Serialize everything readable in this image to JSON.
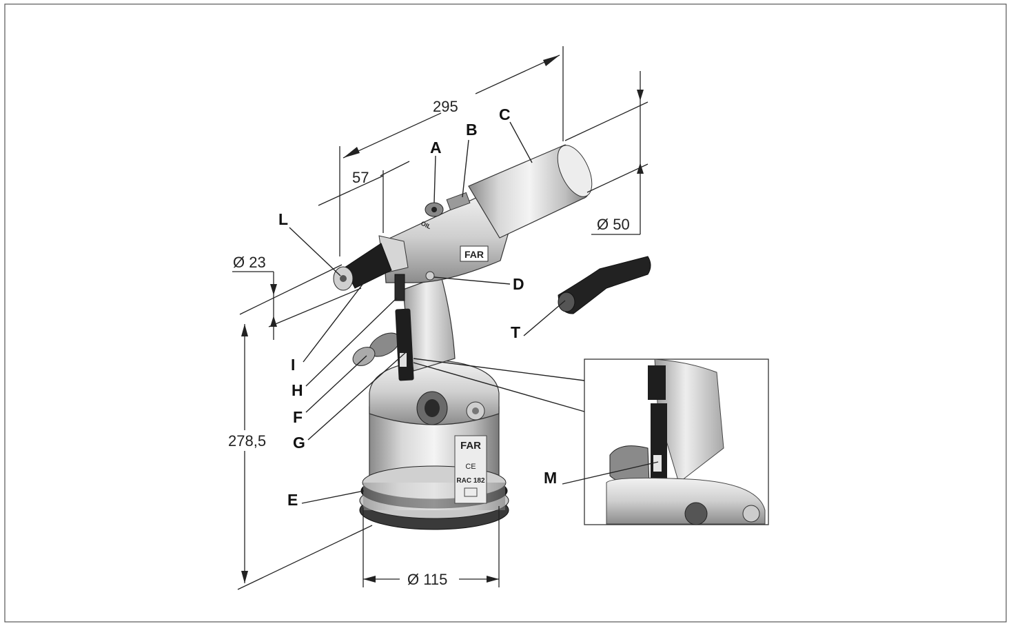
{
  "dimensions": {
    "overall_length": "295",
    "nose_length": "57",
    "nose_diameter": "Ø 23",
    "cylinder_diameter": "Ø 50",
    "height": "278,5",
    "base_diameter": "Ø 115"
  },
  "labels": {
    "A": "A",
    "B": "B",
    "C": "C",
    "D": "D",
    "E": "E",
    "F": "F",
    "G": "G",
    "H": "H",
    "I": "I",
    "L": "L",
    "M": "M",
    "T": "T"
  },
  "brand": {
    "logo": "FAR",
    "model": "RAC 182",
    "ce_mark": "CE",
    "oil_marking": "OIL"
  },
  "colors": {
    "line": "#222222",
    "metal_light": "#e6e6e6",
    "metal_mid": "#b4b4b4",
    "metal_dark": "#5a5a5a",
    "grip_black": "#1e1e1e"
  }
}
